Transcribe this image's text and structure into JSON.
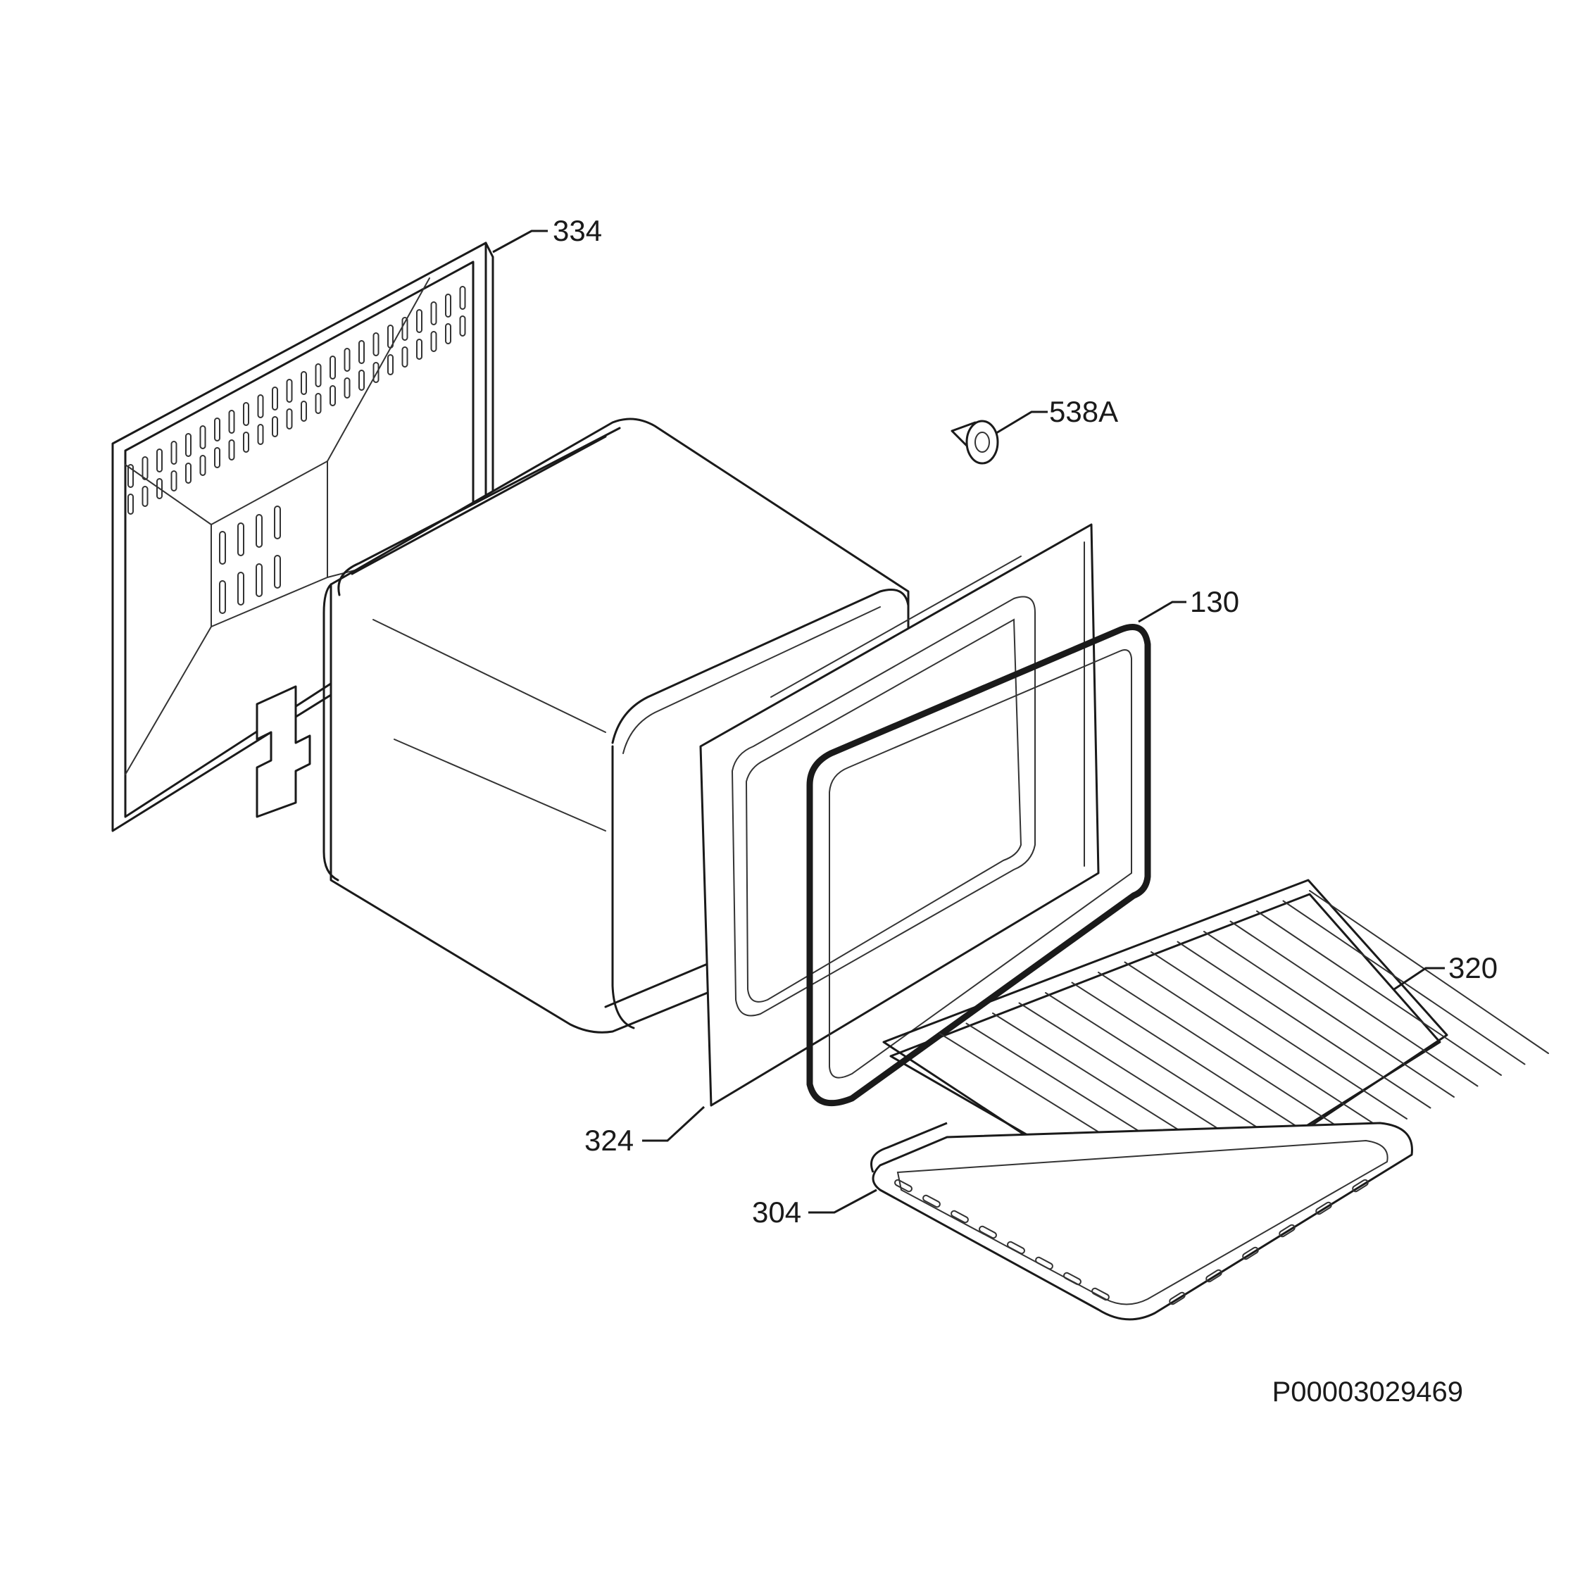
{
  "labels": {
    "p334": "334",
    "p538a": "538A",
    "p130": "130",
    "p320": "320",
    "p324": "324",
    "p304": "304"
  },
  "drawing_code": "P00003029469"
}
